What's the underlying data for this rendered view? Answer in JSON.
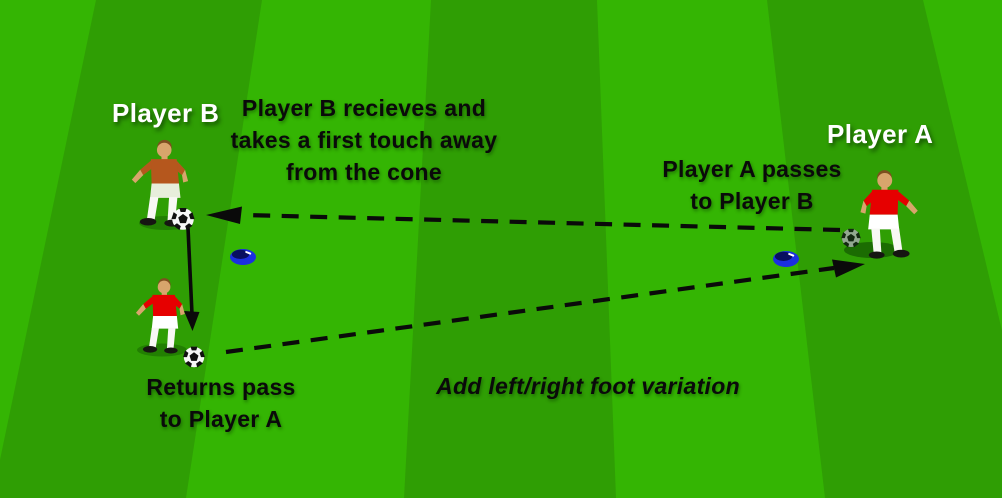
{
  "scene": {
    "type": "soccer-drill-diagram",
    "description": "Passing drill on striped green pitch with two blue cones, three soccer balls and three player figures"
  },
  "labels": {
    "player_b": "Player B",
    "player_a": "Player A"
  },
  "annotations": {
    "receive_note": "Player B recieves and\ntakes a first touch away\nfrom the cone",
    "pass_note": "Player A passes\nto Player B",
    "return_note": "Returns pass\nto Player A",
    "variation_note": "Add left/right foot variation"
  },
  "figures": [
    {
      "id": "player-b",
      "kit": "orange shirt, pale shorts",
      "position": "upper-left"
    },
    {
      "id": "player-b-after-touch",
      "kit": "red shirt, white shorts",
      "position": "lower-left"
    },
    {
      "id": "player-a",
      "kit": "red shirt, white shorts",
      "position": "right"
    }
  ],
  "equipment": {
    "cones": 2,
    "balls": 3
  },
  "icons": {
    "cone": "training-cone-icon",
    "ball": "soccer-ball-icon",
    "player": "player-figure-icon",
    "pass_arrow": "dashed-arrow-icon",
    "movement_arrow": "solid-arrow-icon"
  },
  "colors": {
    "field_light": "#34b503",
    "field_dark": "#2f9e04",
    "team_red": "#e60000",
    "shirt_orange": "#b5571d",
    "shorts_white": "#ffffff",
    "shorts_light": "#e7eedb",
    "skin": "#d8a56c",
    "hair": "#7d4f1f",
    "sock": "#f8f8f4",
    "shoe": "#161612",
    "cone_blue": "#1b2fe0",
    "cone_shade": "#02073c",
    "ink": "#0a0a0a",
    "label_white": "#ffffff"
  }
}
